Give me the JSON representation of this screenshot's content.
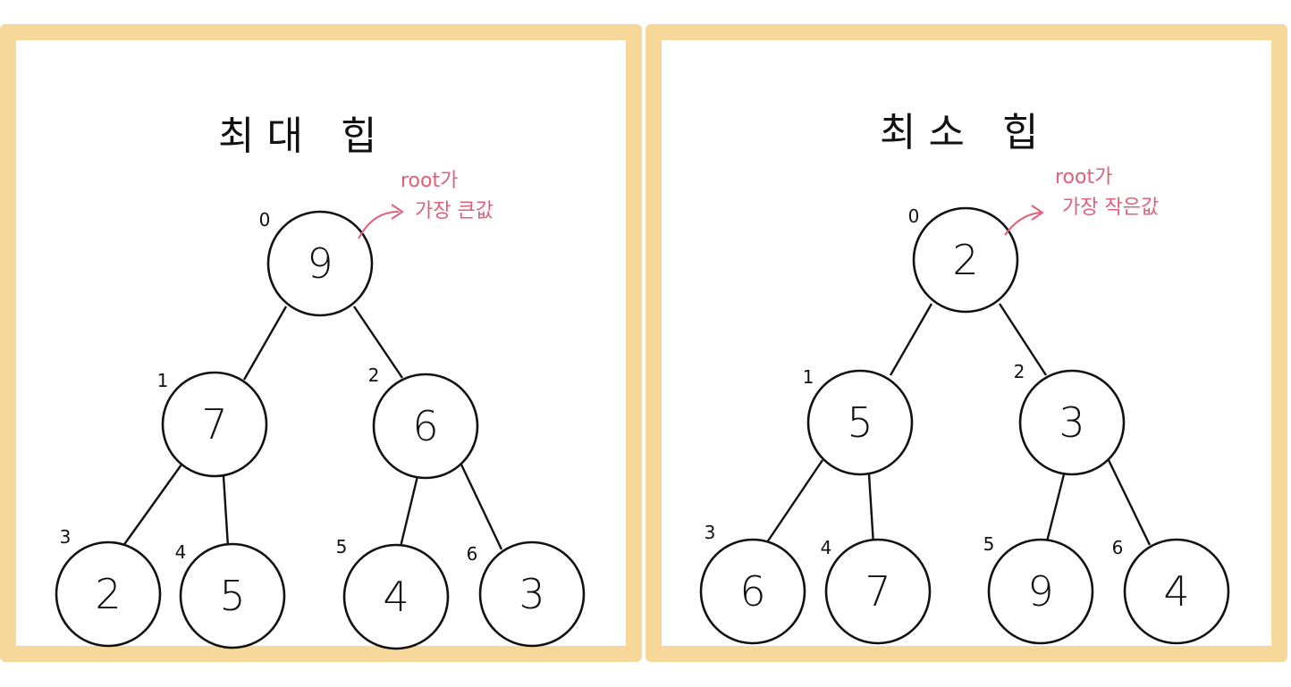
{
  "colors": {
    "frame": "#f5d89a",
    "annotation": "#e0607a",
    "ink": "#111111"
  },
  "max_heap": {
    "title": "최대 힙",
    "note_line1": "root가",
    "note_line2": "가장 큰값",
    "nodes": [
      {
        "index": "0",
        "value": "9"
      },
      {
        "index": "1",
        "value": "7"
      },
      {
        "index": "2",
        "value": "6"
      },
      {
        "index": "3",
        "value": "2"
      },
      {
        "index": "4",
        "value": "5"
      },
      {
        "index": "5",
        "value": "4"
      },
      {
        "index": "6",
        "value": "3"
      }
    ]
  },
  "min_heap": {
    "title": "최소 힙",
    "note_line1": "root가",
    "note_line2": "가장 작은값",
    "nodes": [
      {
        "index": "0",
        "value": "2"
      },
      {
        "index": "1",
        "value": "5"
      },
      {
        "index": "2",
        "value": "3"
      },
      {
        "index": "3",
        "value": "6"
      },
      {
        "index": "4",
        "value": "7"
      },
      {
        "index": "5",
        "value": "9"
      },
      {
        "index": "6",
        "value": "4"
      }
    ]
  }
}
